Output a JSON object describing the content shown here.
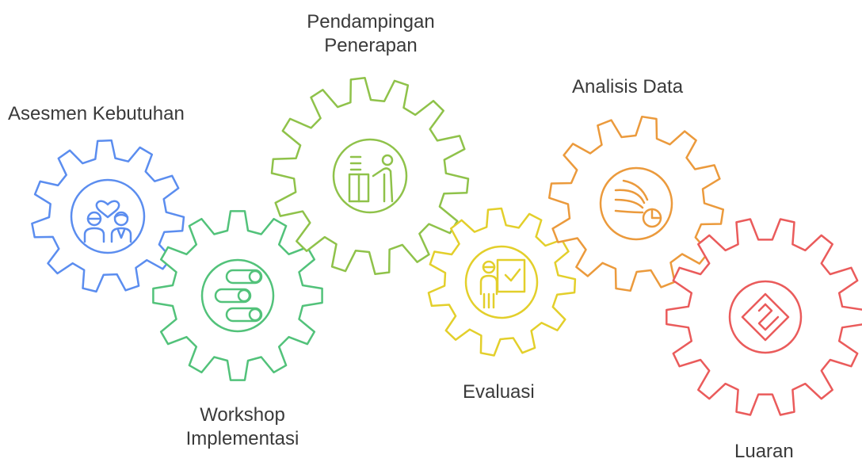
{
  "gears": [
    {
      "key": "asesmen",
      "label_lines": [
        "Asesmen Kebutuhan"
      ],
      "color": "#5b8def",
      "icon": "people-heart-icon"
    },
    {
      "key": "workshop",
      "label_lines": [
        "Workshop",
        "Implementasi"
      ],
      "color": "#52c27a",
      "icon": "toggle-bars-icon"
    },
    {
      "key": "pendampingan",
      "label_lines": [
        "Pendampingan",
        "Penerapan"
      ],
      "color": "#8fc24a",
      "icon": "mentor-desk-icon"
    },
    {
      "key": "evaluasi",
      "label_lines": [
        "Evaluasi"
      ],
      "color": "#e3cf2b",
      "icon": "presenter-checkmark-icon"
    },
    {
      "key": "analisis",
      "label_lines": [
        "Analisis Data"
      ],
      "color": "#eb9a3c",
      "icon": "data-flow-pie-icon"
    },
    {
      "key": "luaran",
      "label_lines": [
        "Luaran"
      ],
      "color": "#ea5b5b",
      "icon": "diamond-logo-icon"
    }
  ]
}
